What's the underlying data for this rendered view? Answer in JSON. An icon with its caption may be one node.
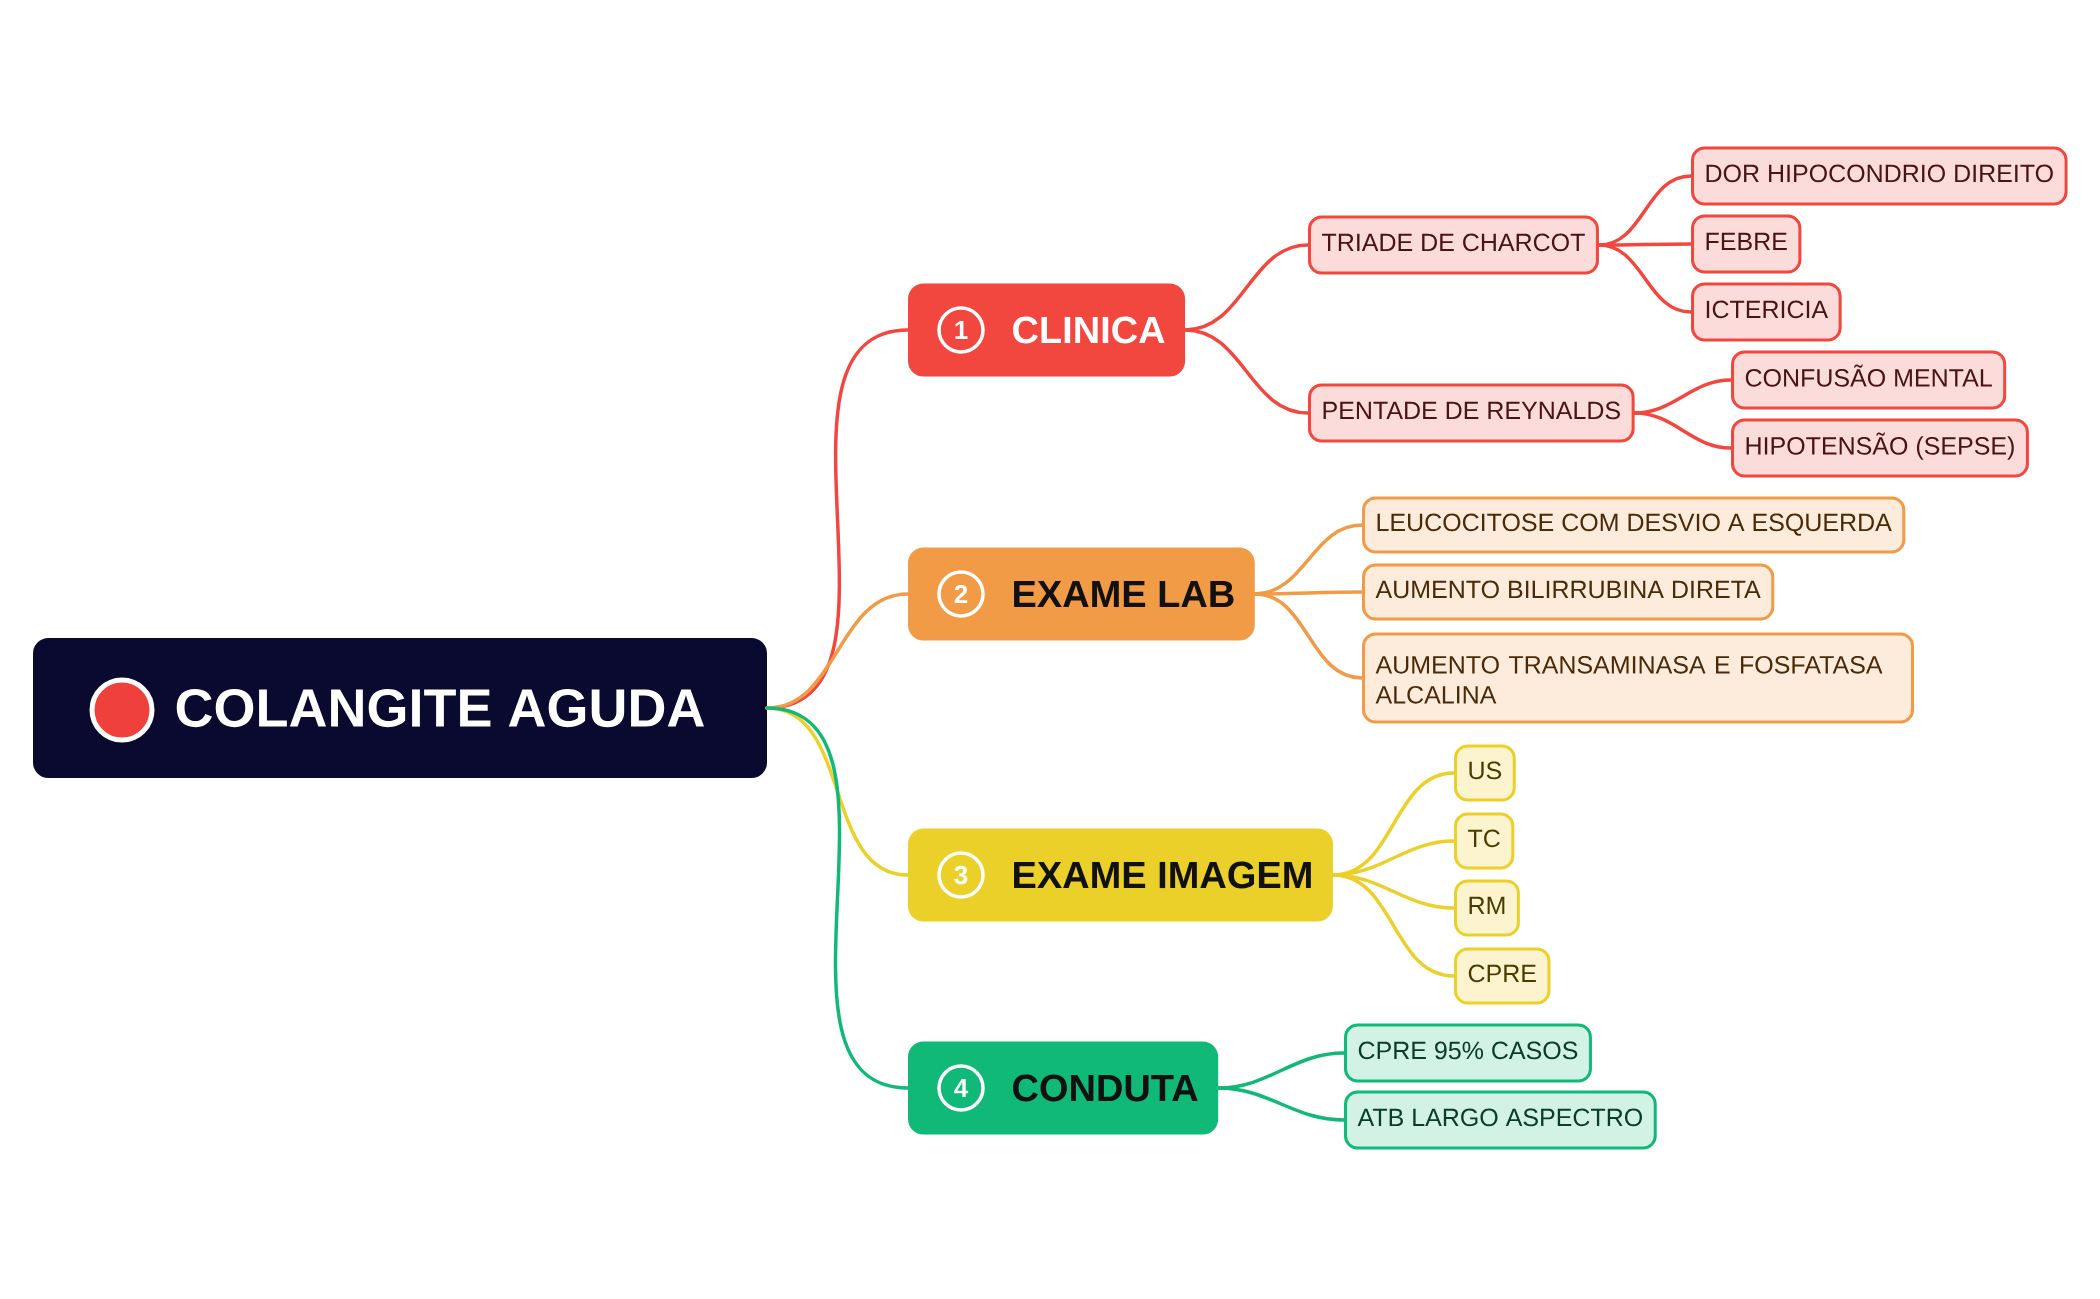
{
  "diagram": {
    "nodes": [
      {
        "text": [
          "COLANGITE AGUDA"
        ]
      },
      {
        "text": [
          "1",
          "CLINICA"
        ]
      },
      {
        "text": [
          "TRIADE DE CHARCOT"
        ]
      },
      {
        "text": [
          "DOR HIPOCONDRIO DIREITO"
        ]
      },
      {
        "text": [
          "FEBRE"
        ]
      },
      {
        "text": [
          "ICTERICIA"
        ]
      },
      {
        "text": [
          "PENTADE DE REYNALDS"
        ]
      },
      {
        "text": [
          "CONFUSÃO MENTAL"
        ]
      },
      {
        "text": [
          "HIPOTENSÃO (SEPSE)"
        ]
      },
      {
        "text": [
          "2",
          "EXAME LAB"
        ]
      },
      {
        "text": [
          "LEUCOCITOSE COM DESVIO A ESQUERDA"
        ]
      },
      {
        "text": [
          "AUMENTO BILIRRUBINA DIRETA"
        ]
      },
      {
        "text": [
          "AUMENTO TRANSAMINASA E FOSFATASA ALCALINA"
        ]
      },
      {
        "text": [
          "3",
          "EXAME IMAGEM"
        ]
      },
      {
        "text": [
          "US"
        ]
      },
      {
        "text": [
          "TC"
        ]
      },
      {
        "text": [
          "RM"
        ]
      },
      {
        "text": [
          "CPRE"
        ]
      },
      {
        "text": [
          "4",
          "CONDUTA"
        ]
      },
      {
        "text": [
          "CPRE 95% CASOS"
        ]
      },
      {
        "text": [
          "ATB LARGO ASPECTRO"
        ]
      }
    ],
    "edges": [
      {
        "from": 0,
        "to": 1,
        "arrow": "none"
      },
      {
        "from": 0,
        "to": 9,
        "arrow": "none",
        "color": "#f29b47"
      },
      {
        "from": 0,
        "to": 13,
        "arrow": "none",
        "color": "#ecd02a"
      },
      {
        "from": 0,
        "to": 18,
        "arrow": "none",
        "color": "#10b978"
      },
      {
        "from": 1,
        "to": 2,
        "arrow": "none"
      },
      {
        "from": 1,
        "to": 6,
        "arrow": "none"
      },
      {
        "from": 2,
        "to": 3,
        "arrow": "none"
      },
      {
        "from": 2,
        "to": 4,
        "arrow": "none"
      },
      {
        "from": 2,
        "to": 5,
        "arrow": "none"
      },
      {
        "from": 6,
        "to": 7,
        "arrow": "none"
      },
      {
        "from": 6,
        "to": 8,
        "arrow": "none"
      },
      {
        "from": 9,
        "to": 10,
        "arrow": "none",
        "color": "#f29b47"
      },
      {
        "from": 9,
        "to": 11,
        "arrow": "none",
        "color": "#f29b47"
      },
      {
        "from": 9,
        "to": 12,
        "arrow": "none",
        "color": "#f29b47"
      },
      {
        "from": 13,
        "to": 14,
        "arrow": "none",
        "color": "#ecd02a"
      },
      {
        "from": 13,
        "to": 15,
        "arrow": "none",
        "color": "#ecd02a"
      },
      {
        "from": 13,
        "to": 16,
        "arrow": "none",
        "color": "#ecd02a"
      },
      {
        "from": 13,
        "to": 17,
        "arrow": "none",
        "color": "#ecd02a"
      },
      {
        "from": 18,
        "to": 19,
        "arrow": "none",
        "color": "#10b978"
      },
      {
        "from": 18,
        "to": 20,
        "arrow": "none",
        "color": "#10b978"
      }
    ]
  }
}
